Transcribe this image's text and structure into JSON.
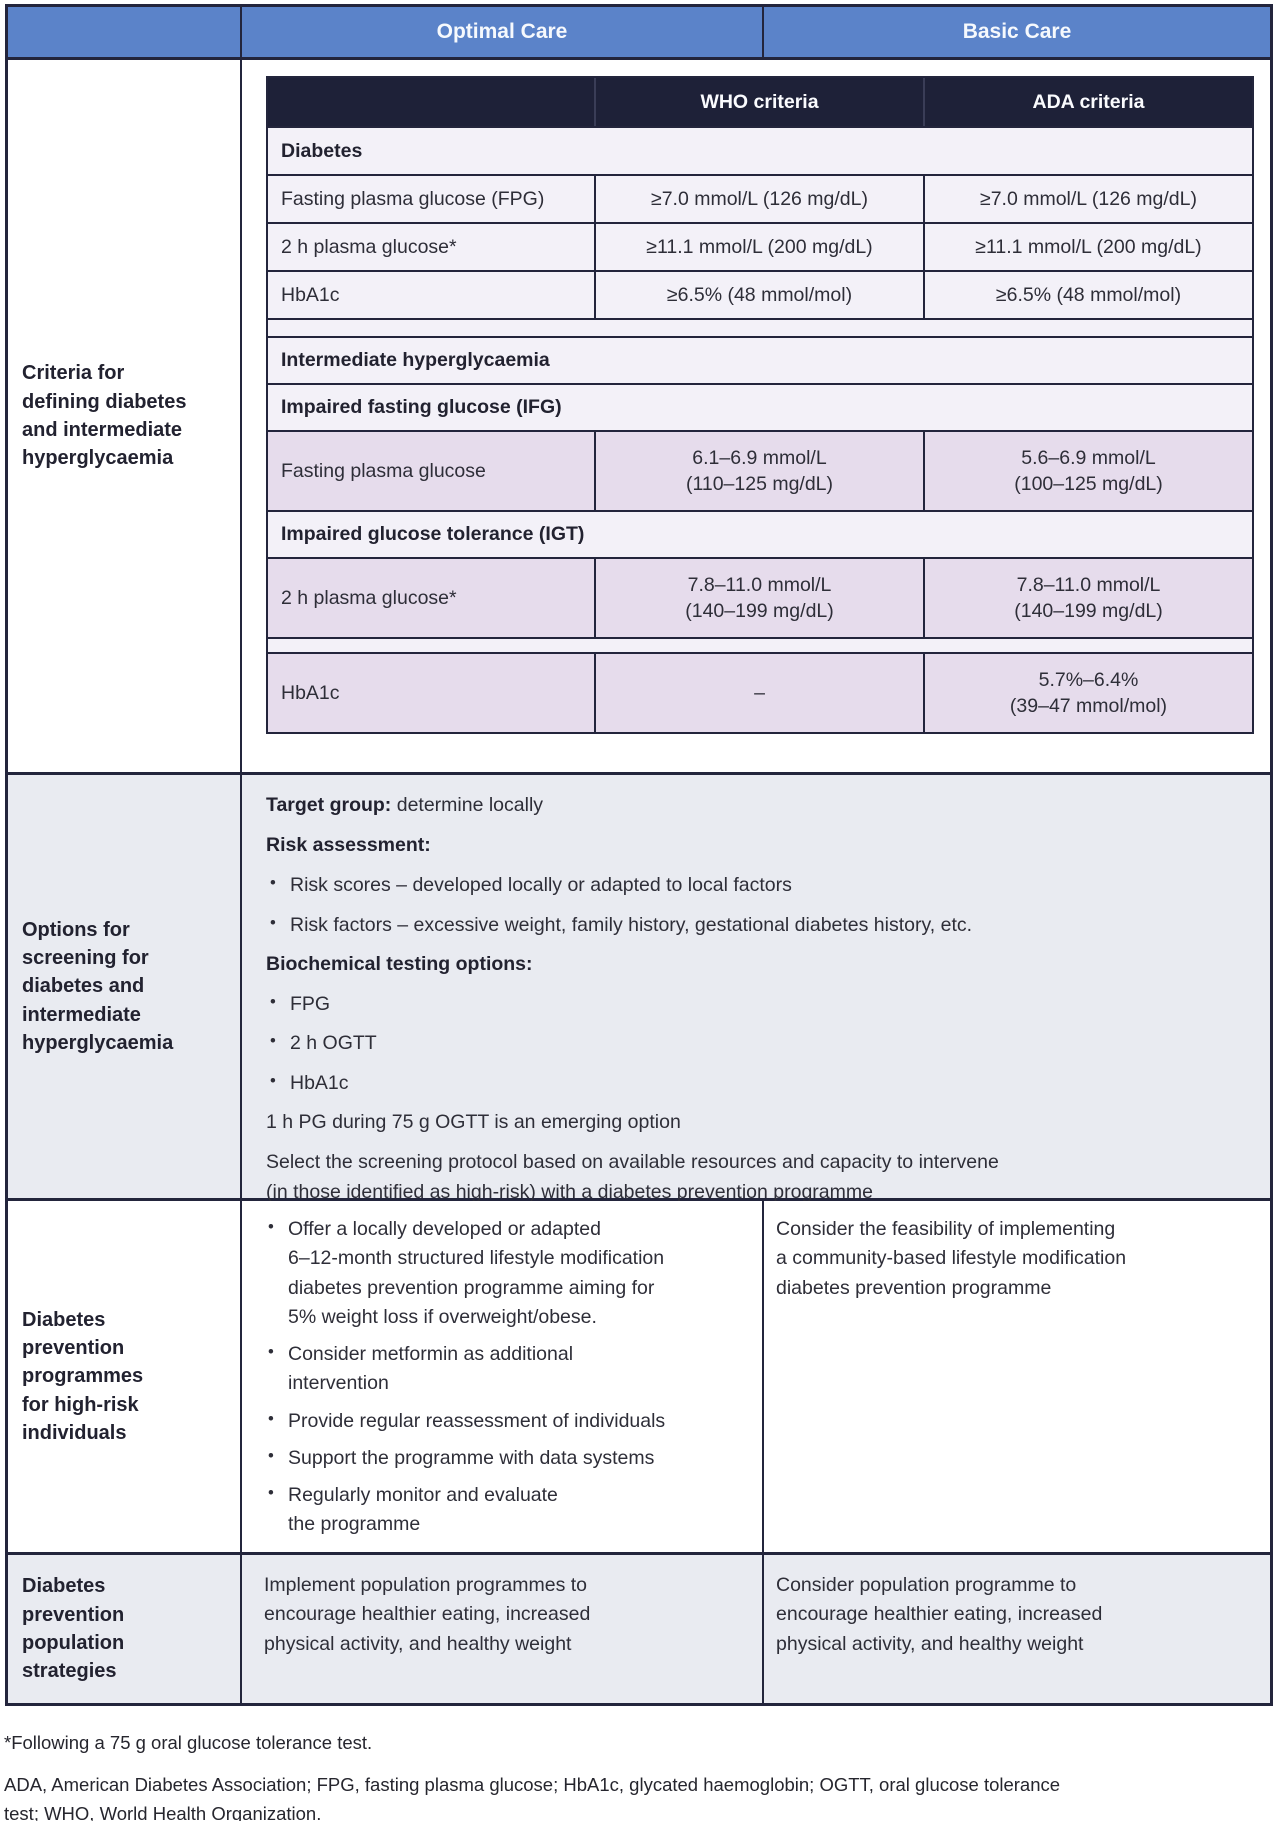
{
  "colors": {
    "header_blue": "#5b83c9",
    "table_header_navy": "#1e2138",
    "border_dark": "#23253c",
    "row_light_lavender": "#f3f1f8",
    "cell_purple": "#e6dcec",
    "row_gray": "#e9ebf1",
    "text_dark": "#2e2e38"
  },
  "top_header": {
    "optimal": "Optimal Care",
    "basic": "Basic Care"
  },
  "criteria": {
    "row_header": "Criteria for\ndefining diabetes\nand intermediate\nhyperglycaemia",
    "table": {
      "who_header": "WHO criteria",
      "ada_header": "ADA criteria",
      "diabetes_section": "Diabetes",
      "rows": [
        {
          "label": "Fasting plasma glucose (FPG)",
          "who": "≥7.0 mmol/L (126 mg/dL)",
          "ada": "≥7.0 mmol/L (126 mg/dL)"
        },
        {
          "label": "2 h plasma glucose*",
          "who": "≥11.1 mmol/L (200 mg/dL)",
          "ada": "≥11.1 mmol/L (200 mg/dL)"
        },
        {
          "label": "HbA1c",
          "who": "≥6.5% (48 mmol/mol)",
          "ada": "≥6.5% (48 mmol/mol)"
        }
      ],
      "intermediate_section": "Intermediate hyperglycaemia",
      "ifg_section": "Impaired fasting glucose (IFG)",
      "ifg_row": {
        "label": "Fasting plasma glucose",
        "who": "6.1–6.9 mmol/L\n(110–125 mg/dL)",
        "ada": "5.6–6.9 mmol/L\n(100–125 mg/dL)"
      },
      "igt_section": "Impaired glucose tolerance (IGT)",
      "igt_row": {
        "label": "2 h plasma glucose*",
        "who": "7.8–11.0 mmol/L\n(140–199 mg/dL)",
        "ada": "7.8–11.0 mmol/L\n(140–199 mg/dL)"
      },
      "hba1c_row": {
        "label": "HbA1c",
        "who": "–",
        "ada": "5.7%–6.4%\n(39–47 mmol/mol)"
      }
    }
  },
  "screening": {
    "row_header": "Options for\nscreening for\ndiabetes and\nintermediate\nhyperglycaemia",
    "target_group_label": "Target group:",
    "target_group_text": "determine locally",
    "risk_label": "Risk assessment:",
    "risk_bullets": [
      "Risk scores – developed locally or adapted to local factors",
      "Risk factors – excessive weight, family history, gestational diabetes history, etc."
    ],
    "biochemical_label": "Biochemical testing options:",
    "biochemical_bullets": [
      "FPG",
      "2 h OGTT",
      "HbA1c"
    ],
    "emerging_note": "1 h PG during 75 g OGTT is an emerging option",
    "select_note": "Select the screening protocol based on available resources and capacity to intervene\n(in those identified as high-risk) with a diabetes prevention programme"
  },
  "prevention": {
    "row_header": "Diabetes\nprevention\nprogrammes\nfor high-risk\nindividuals",
    "optimal_bullets": [
      "Offer a locally developed or adapted\n6–12-month structured lifestyle modification\ndiabetes prevention programme aiming for\n5% weight loss if overweight/obese.",
      "Consider metformin as additional\nintervention",
      "Provide regular reassessment of individuals",
      "Support the programme with data systems",
      "Regularly monitor and evaluate\nthe programme"
    ],
    "basic_text": "Consider the feasibility of implementing\na community-based lifestyle modification\ndiabetes prevention programme"
  },
  "population": {
    "row_header": "Diabetes\nprevention\npopulation\nstrategies",
    "optimal_text": "Implement population programmes to\nencourage healthier eating, increased\nphysical activity, and healthy weight",
    "basic_text": "Consider population programme to\nencourage healthier eating, increased\nphysical activity, and healthy weight"
  },
  "footnotes": {
    "asterisk": "*Following a 75 g oral glucose tolerance test.",
    "abbreviations": "ADA, American Diabetes Association; FPG, fasting plasma glucose; HbA1c, glycated haemoglobin; OGTT, oral glucose tolerance\ntest; WHO, World Health Organization."
  }
}
